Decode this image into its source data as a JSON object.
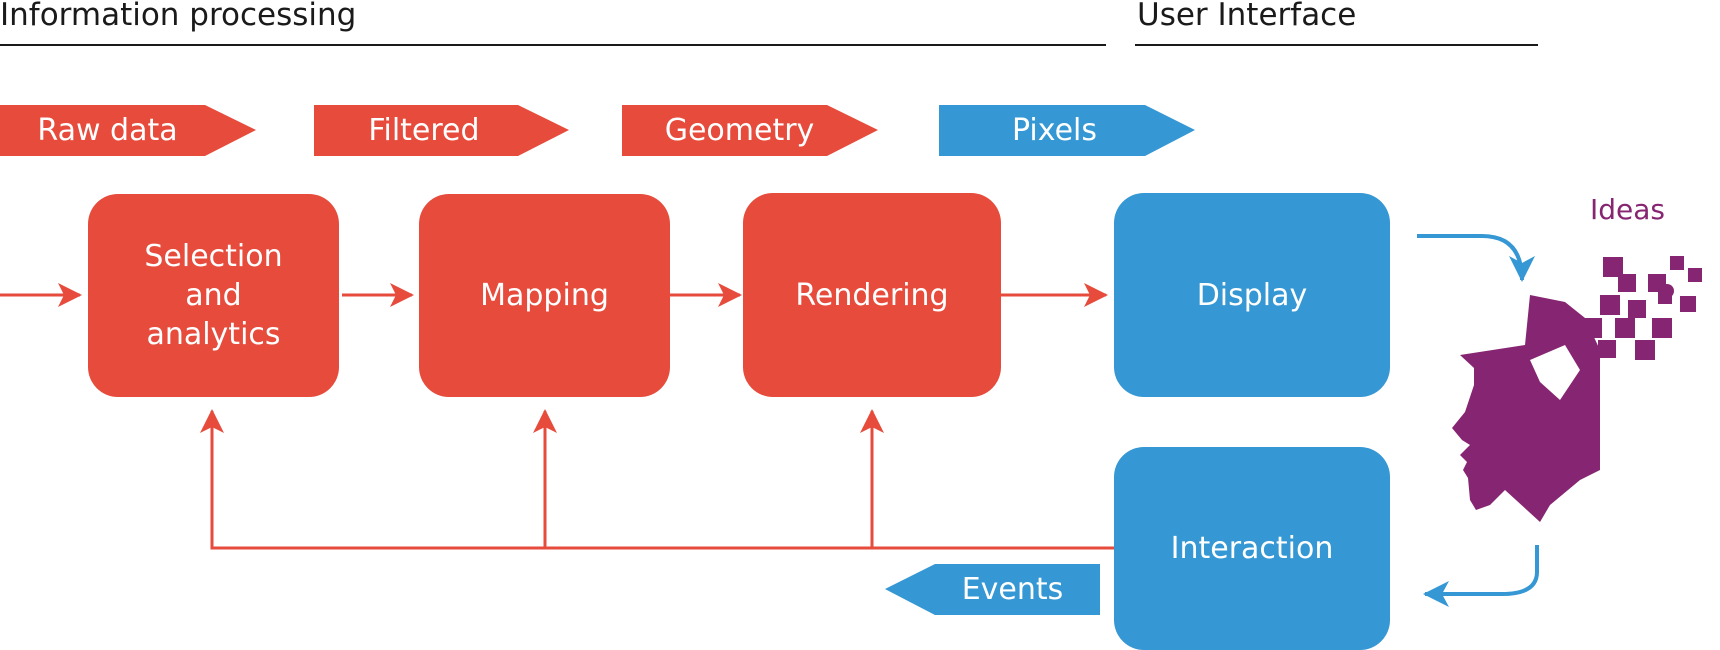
{
  "headers": {
    "information_processing": "Information processing",
    "user_interface": "User Interface"
  },
  "tags": {
    "raw_data": "Raw data",
    "filtered": "Filtered",
    "geometry": "Geometry",
    "pixels": "Pixels",
    "events": "Events"
  },
  "boxes": {
    "selection": "Selection\nand\nanalytics",
    "mapping": "Mapping",
    "rendering": "Rendering",
    "display": "Display",
    "interaction": "Interaction"
  },
  "ideas": "Ideas",
  "colors": {
    "red": "#e64b3c",
    "blue": "#3597d3",
    "purple": "#862571",
    "text": "#1a1a1a"
  }
}
